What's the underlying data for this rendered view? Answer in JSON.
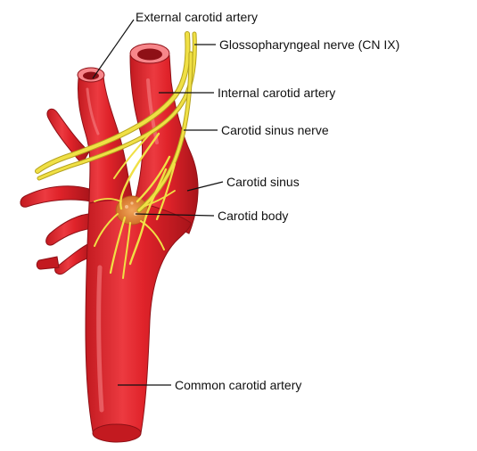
{
  "labels": {
    "external_carotid": "External carotid artery",
    "glossopharyngeal": "Glossopharyngeal nerve (CN IX)",
    "internal_carotid": "Internal carotid artery",
    "carotid_sinus_nerve": "Carotid sinus nerve",
    "carotid_sinus": "Carotid sinus",
    "carotid_body": "Carotid body",
    "common_carotid": "Common carotid artery"
  },
  "colors": {
    "artery": "#e0232a",
    "artery_dark": "#a8141a",
    "artery_highlight": "#f7868a",
    "lumen": "#8e1016",
    "nerve": "#f0e045",
    "nerve_edge": "#b4a21e",
    "body": "#e48a3c"
  }
}
